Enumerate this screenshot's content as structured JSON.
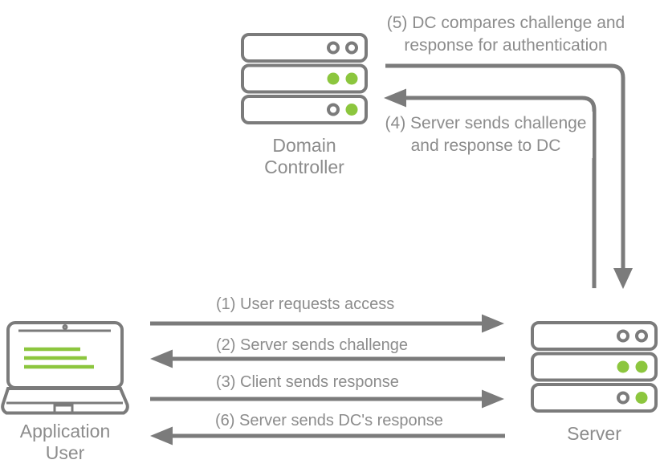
{
  "colors": {
    "line_gray": "#7b7b7b",
    "text_gray": "#8c8c8c",
    "accent_green": "#8cc63e",
    "label_bg": "#ffffff",
    "background": "#ffffff"
  },
  "entities": {
    "application_user": {
      "label": "Application\nUser"
    },
    "domain_controller": {
      "label": "Domain\nController"
    },
    "server": {
      "label": "Server"
    }
  },
  "steps": {
    "s1": {
      "label": "(1) User requests access",
      "direction": "right"
    },
    "s2": {
      "label": "(2) Server sends challenge",
      "direction": "left"
    },
    "s3": {
      "label": "(3) Client sends response",
      "direction": "right"
    },
    "s4": {
      "label": "(4) Server sends challenge\nand response to DC",
      "direction": "left-up"
    },
    "s5": {
      "label": "(5) DC compares challenge and\nresponse for authentication",
      "direction": "right-down"
    },
    "s6": {
      "label": "(6) Server sends DC's response",
      "direction": "left"
    }
  }
}
